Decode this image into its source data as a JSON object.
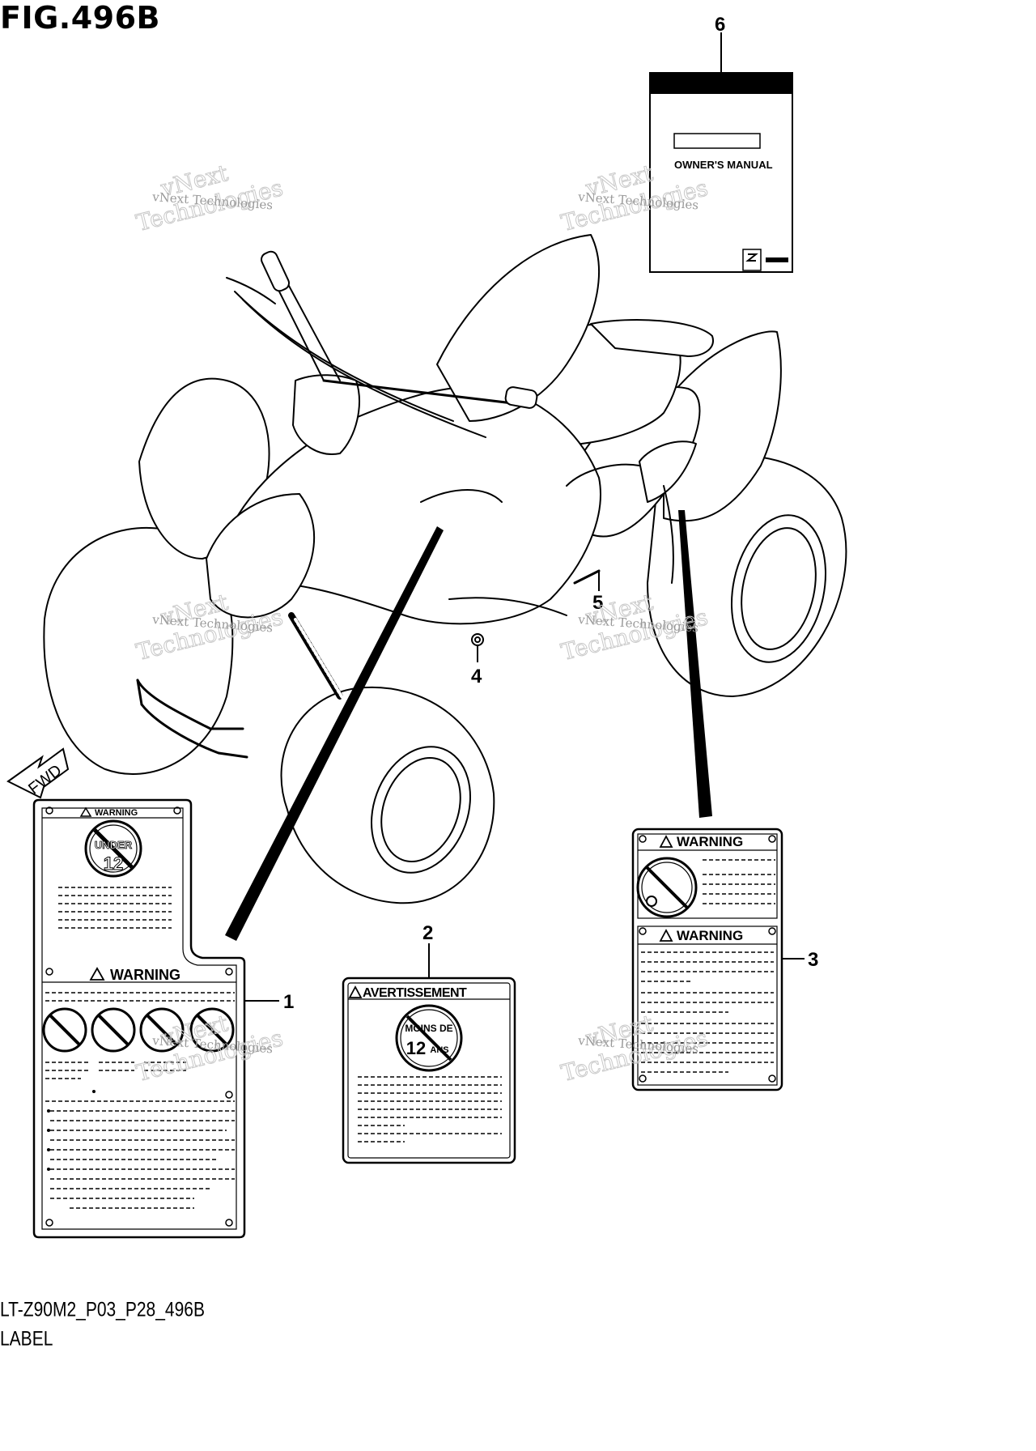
{
  "figure": {
    "title": "FIG.496B",
    "code": "LT-Z90M2_P03_P28_496B",
    "caption": "LABEL"
  },
  "callouts": {
    "c1": "1",
    "c2": "2",
    "c3": "3",
    "c4": "4",
    "c5": "5",
    "c6": "6"
  },
  "direction": {
    "fwd": "FWD"
  },
  "labels": {
    "label1": {
      "top_heading": "WARNING",
      "top_symbol_line1": "UNDER",
      "top_symbol_line2": "12",
      "bottom_heading": "WARNING"
    },
    "label2": {
      "heading": "AVERTISSEMENT",
      "symbol_line1": "MOINS DE",
      "symbol_number": "12",
      "symbol_unit": "ANS"
    },
    "label3": {
      "top_heading": "WARNING",
      "bottom_heading": "WARNING"
    },
    "manual": {
      "title": "OWNER'S MANUAL"
    }
  },
  "watermark": {
    "line1": "vNext",
    "line2": "Technologies",
    "small": "vNext Technologies"
  }
}
